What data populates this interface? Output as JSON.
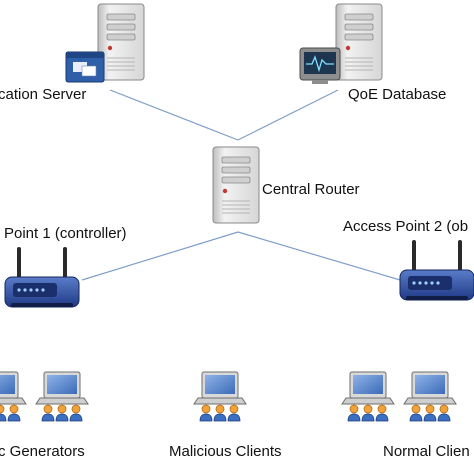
{
  "labels": {
    "application_server": "cation Server",
    "qoe_database": "QoE Database",
    "central_router": "Central Router",
    "access_point_1": "Point 1 (controller)",
    "access_point_2": "Access Point 2 (ob",
    "traffic_generators": "c Generators",
    "malicious_clients": "Malicious Clients",
    "normal_clients": "Normal Clien"
  },
  "colors": {
    "link": "#7f9fc7",
    "server_body": "#e6e6e6",
    "router_body": "#2f4f9b",
    "laptop_screen": "#5b86c9",
    "user_body": "#f2a23a"
  },
  "icons": {
    "application_server": "server-with-app-window-icon",
    "qoe_database": "server-with-monitor-icon",
    "central_router": "server-icon",
    "access_point": "wireless-router-icon",
    "client": "laptop-with-users-icon"
  }
}
